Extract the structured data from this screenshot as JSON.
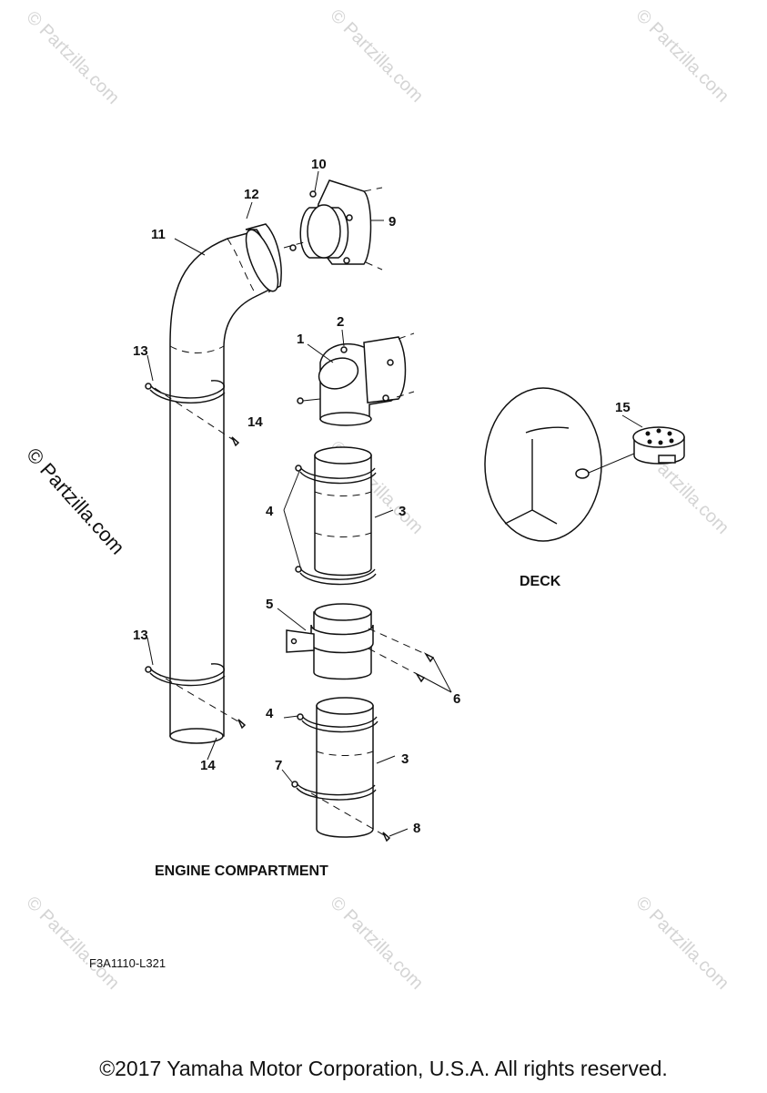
{
  "watermark": "© Partzilla.com",
  "callouts": {
    "c1": "1",
    "c2": "2",
    "c3a": "3",
    "c3b": "3",
    "c4a": "4",
    "c4b": "4",
    "c5": "5",
    "c6": "6",
    "c7": "7",
    "c8": "8",
    "c9": "9",
    "c10": "10",
    "c11": "11",
    "c12": "12",
    "c13a": "13",
    "c13b": "13",
    "c14a": "14",
    "c14b": "14",
    "c15": "15"
  },
  "captions": {
    "deck": "DECK",
    "engine": "ENGINE COMPARTMENT"
  },
  "figure_code": "F3A1110-L321",
  "copyright": "©2017 Yamaha Motor Corporation, U.S.A. All rights reserved."
}
